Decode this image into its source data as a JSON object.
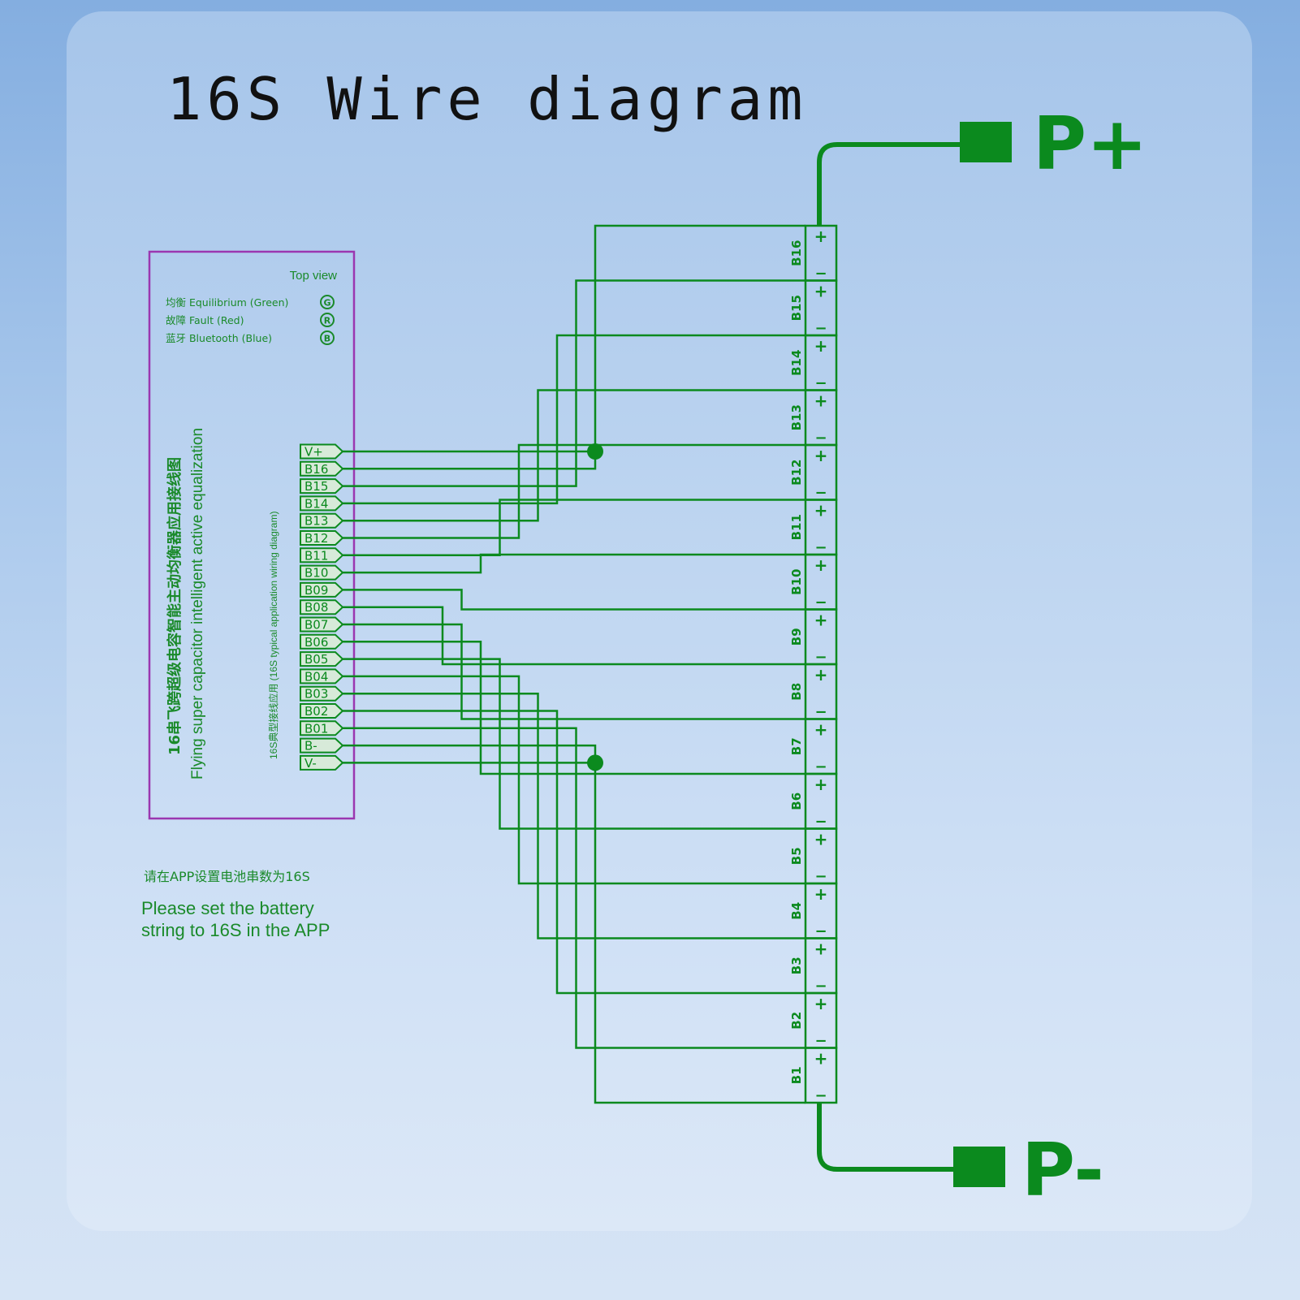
{
  "title": "16S Wire diagram",
  "colors": {
    "wire": "#0b8a1e",
    "module_border": "#9b37b0",
    "text_green": "#1a8a2a"
  },
  "module": {
    "top_view": "Top view",
    "led_rows": [
      {
        "label": "均衡 Equilibrium (Green)",
        "code": "G"
      },
      {
        "label": "故障 Fault   (Red)",
        "code": "R"
      },
      {
        "label": "蓝牙 Bluetooth (Blue)",
        "code": "B"
      }
    ],
    "title_cn": "16串飞跨超级电容智能主动均衡器应用接线图",
    "title_en": "Flying super capacitor intelligent active equalization",
    "subtitle": "16S典型接线应用 (16S typical application wiring diagram)",
    "pins": [
      "V+",
      "B16",
      "B15",
      "B14",
      "B13",
      "B12",
      "B11",
      "B10",
      "B09",
      "B08",
      "B07",
      "B06",
      "B05",
      "B04",
      "B03",
      "B02",
      "B01",
      "B-",
      "V-"
    ]
  },
  "cells": [
    "B16",
    "B15",
    "B14",
    "B13",
    "B12",
    "B11",
    "B10",
    "B9",
    "B8",
    "B7",
    "B6",
    "B5",
    "B4",
    "B3",
    "B2",
    "B1"
  ],
  "cell_plus": "+",
  "cell_minus": "−",
  "terminals": {
    "positive": "P+",
    "negative": "P-"
  },
  "note_cn": "请在APP设置电池串数为16S",
  "note_en_1": "Please set the battery",
  "note_en_2": "string to 16S in the APP"
}
